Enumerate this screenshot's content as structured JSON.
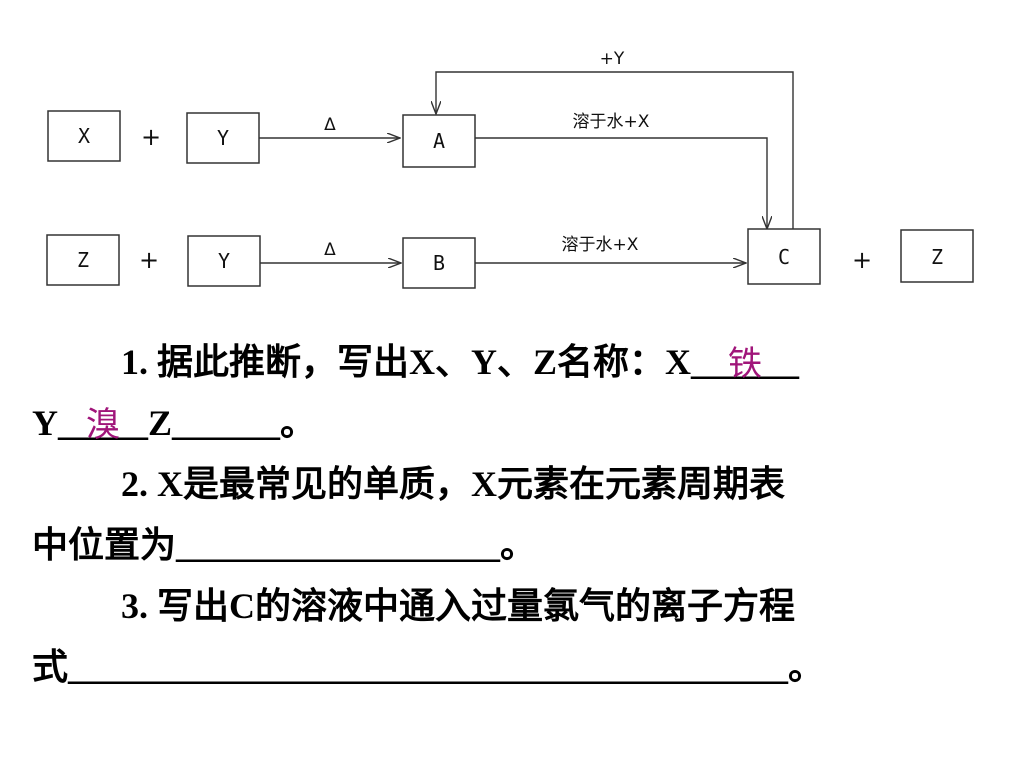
{
  "diagram": {
    "nodes": {
      "x1": "X",
      "y1": "Y",
      "a": "A",
      "z1": "Z",
      "y2": "Y",
      "b": "B",
      "c": "C",
      "z2": "Z"
    },
    "operators": {
      "plus1": "+",
      "plus2": "+",
      "plus3": "+"
    },
    "edges": {
      "heat1": "Δ",
      "heat2": "Δ",
      "a_to_c": "溶于水+X",
      "b_to_c": "溶于水+X",
      "c_to_a": "+Y"
    }
  },
  "questions": {
    "q1": {
      "prefix": "1. 据此推断，写出X、Y、Z名称：X",
      "x_answer": "铁",
      "x_blank": "______",
      "y_label": "Y",
      "y_answer": "溴",
      "y_blank": "_____",
      "z_label": "Z",
      "z_blank": "______",
      "end": "。"
    },
    "q2": {
      "line1": "2. X是最常见的单质，X元素在元素周期表",
      "line2_prefix": "中位置为",
      "blank": "__________________",
      "end": "。"
    },
    "q3": {
      "line1": "3. 写出C的溶液中通入过量氯气的离子方程",
      "line2_prefix": "式",
      "blank": "________________________________________",
      "end": "。"
    }
  }
}
